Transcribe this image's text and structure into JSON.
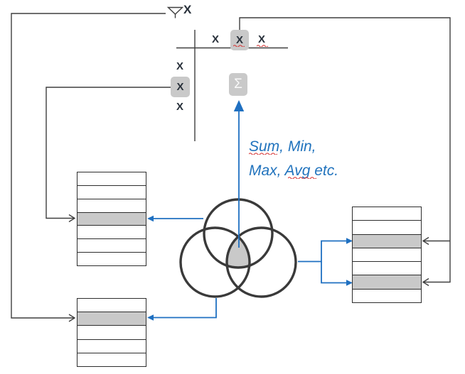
{
  "filter": {
    "label": "X"
  },
  "pivot": {
    "column_labels": [
      "X",
      "X",
      "X"
    ],
    "row_labels": [
      "X",
      "X",
      "X"
    ],
    "highlighted_column_index": 1,
    "highlighted_row_index": 1,
    "aggregate_symbol": "Σ"
  },
  "annotation": {
    "line1": "Sum, Min,",
    "line2": "Max, Avg etc."
  },
  "tables": {
    "left": {
      "rows": 7,
      "highlighted": [
        3
      ]
    },
    "bottom_left": {
      "rows": 5,
      "highlighted": [
        1
      ]
    },
    "right": {
      "rows": 7,
      "highlighted": [
        2,
        5
      ]
    }
  },
  "colors": {
    "highlight_gray": "#c9c9c9",
    "line_dark": "#3f3f3f",
    "accent_blue": "#1f70c1",
    "annotation_blue": "#2173bd",
    "spellcheck_red": "#d83b3b"
  }
}
